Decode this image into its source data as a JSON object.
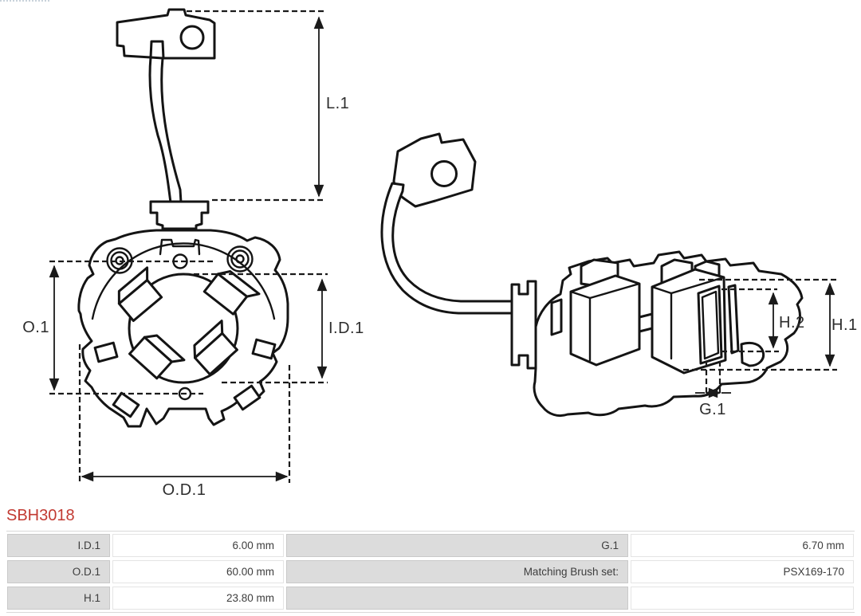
{
  "part_number": "SBH3018",
  "accent_color": "#c23a32",
  "dimension_labels": {
    "l1": "L.1",
    "o1": "O.1",
    "id1": "I.D.1",
    "od1": "O.D.1",
    "h2": "H.2",
    "h1": "H.1",
    "g1": "G.1"
  },
  "spec_table": {
    "rows": [
      {
        "label_left": "I.D.1",
        "value_left": "6.00 mm",
        "label_right": "G.1",
        "value_right": "6.70 mm"
      },
      {
        "label_left": "O.D.1",
        "value_left": "60.00 mm",
        "label_right": "Matching Brush set:",
        "value_right": "PSX169-170"
      },
      {
        "label_left": "H.1",
        "value_left": "23.80 mm",
        "label_right": "",
        "value_right": ""
      }
    ]
  }
}
